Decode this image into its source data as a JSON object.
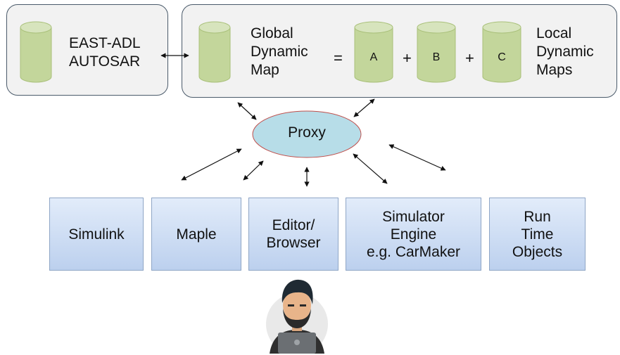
{
  "left_panel": {
    "lines": [
      "EAST-ADL",
      "AUTOSAR"
    ]
  },
  "global_map": {
    "lines": [
      "Global",
      "Dynamic",
      "Map"
    ]
  },
  "equals": "=",
  "plus": "+",
  "local_maps": {
    "items": [
      "A",
      "B",
      "C"
    ],
    "lines": [
      "Local",
      "Dynamic",
      "Maps"
    ]
  },
  "proxy": "Proxy",
  "tools": [
    "Simulink",
    "Maple",
    "Editor/\nBrowser",
    "Simulator\nEngine\ne.g. CarMaker",
    "Run\nTime\nObjects"
  ],
  "colors": {
    "cylinder": "#c3d69b",
    "cylinder_top": "#d7e4bd",
    "proxy_fill": "#b7dde8",
    "proxy_stroke": "#c0504d",
    "box_border": "#8fa6c6"
  }
}
